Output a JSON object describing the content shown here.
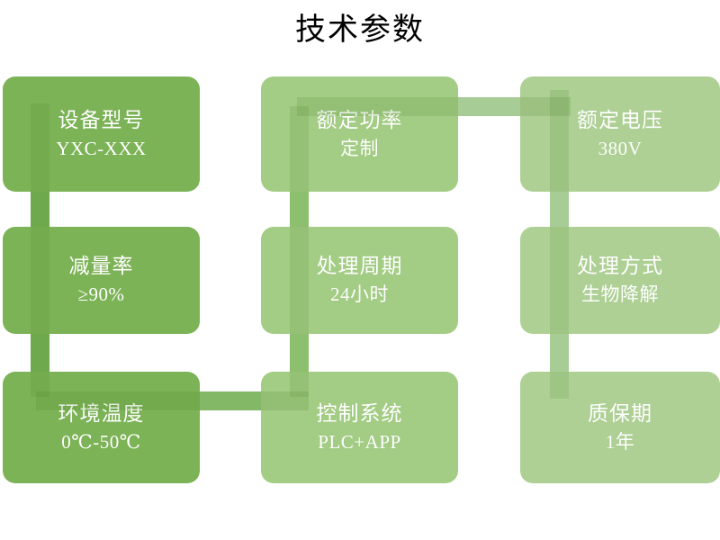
{
  "title": "技术参数",
  "palette": {
    "background": "#ffffff",
    "title_color": "#000000",
    "card_dark": "#7cb356",
    "card_mid": "#a3cc84",
    "card_light": "#aed094",
    "connector_mid": "#a8cc95",
    "connector_dark": "#6fa94e",
    "accent_overlay": "#82b866",
    "text_color": "#ffffff"
  },
  "cards": [
    {
      "name": "device-model",
      "title": "设备型号",
      "value": "YXC-XXX",
      "tone": "dark"
    },
    {
      "name": "rated-power",
      "title": "额定功率",
      "value": "定制",
      "tone": "mid"
    },
    {
      "name": "rated-voltage",
      "title": "额定电压",
      "value": "380V",
      "tone": "light"
    },
    {
      "name": "reduction-rate",
      "title": "减量率",
      "value": "≥90%",
      "tone": "dark"
    },
    {
      "name": "processing-cycle",
      "title": "处理周期",
      "value": "24小时",
      "tone": "mid"
    },
    {
      "name": "processing-method",
      "title": "处理方式",
      "value": "生物降解",
      "tone": "light"
    },
    {
      "name": "ambient-temperature",
      "title": "环境温度",
      "value": "0℃-50℃",
      "tone": "dark"
    },
    {
      "name": "control-system",
      "title": "控制系统",
      "value": "PLC+APP",
      "tone": "mid"
    },
    {
      "name": "warranty-period",
      "title": "质保期",
      "value": "1年",
      "tone": "light"
    }
  ]
}
